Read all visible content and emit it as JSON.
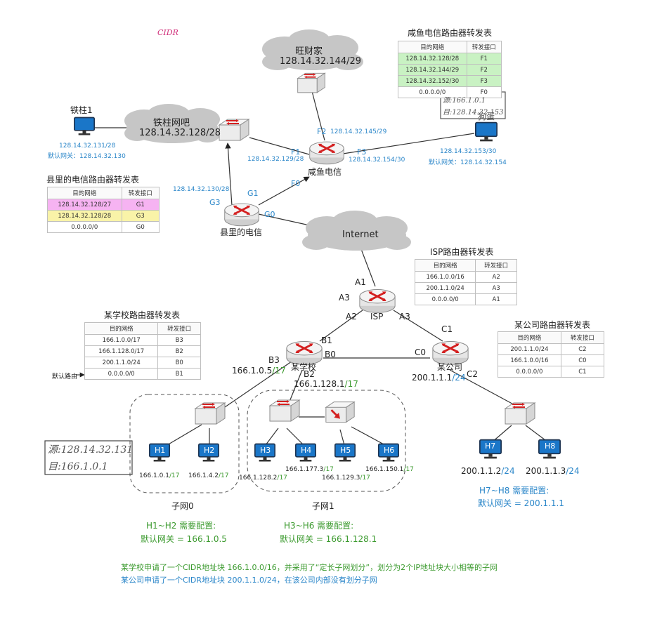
{
  "annotation_cidr": "CIDR",
  "clouds": {
    "wangcaijia_name": "旺财家",
    "wangcaijia_net": "128.14.32.144/29",
    "tiezhu_name": "铁柱网吧",
    "tiezhu_net": "128.14.32.128/28",
    "internet": "Internet"
  },
  "xianyu_table": {
    "title": "咸鱼电信路由器转发表",
    "headers": [
      "目的网络",
      "转发接口"
    ],
    "rows": [
      [
        "128.14.32.128/28",
        "F1"
      ],
      [
        "128.14.32.144/29",
        "F2"
      ],
      [
        "128.14.32.152/30",
        "F3"
      ],
      [
        "0.0.0.0/0",
        "F0"
      ]
    ],
    "colors": [
      "#c9f2c3",
      "#c9f2c3",
      "#c9f2c3",
      "#ffffff"
    ]
  },
  "county_table": {
    "title": "县里的电信路由器转发表",
    "headers": [
      "目的网络",
      "转发接口"
    ],
    "rows": [
      [
        "128.14.32.128/27",
        "G1"
      ],
      [
        "128.14.32.128/28",
        "G3"
      ],
      [
        "0.0.0.0/0",
        "G0"
      ]
    ],
    "colors": [
      "#f6b3f2",
      "#f9f3a8",
      "#ffffff"
    ]
  },
  "isp_table": {
    "title": "ISP路由器转发表",
    "headers": [
      "目的网络",
      "转发接口"
    ],
    "rows": [
      [
        "166.1.0.0/16",
        "A2"
      ],
      [
        "200.1.1.0/24",
        "A3"
      ],
      [
        "0.0.0.0/0",
        "A1"
      ]
    ]
  },
  "school_table": {
    "title": "某学校路由器转发表",
    "headers": [
      "目的网络",
      "转发接口"
    ],
    "rows": [
      [
        "166.1.0.0/17",
        "B3"
      ],
      [
        "166.1.128.0/17",
        "B2"
      ],
      [
        "200.1.1.0/24",
        "B0"
      ],
      [
        "0.0.0.0/0",
        "B1"
      ]
    ],
    "default_route_label": "默认路由"
  },
  "company_table": {
    "title": "某公司路由器转发表",
    "headers": [
      "目的网络",
      "转发接口"
    ],
    "rows": [
      [
        "200.1.1.0/24",
        "C2"
      ],
      [
        "166.1.0.0/16",
        "C0"
      ],
      [
        "0.0.0.0/0",
        "C1"
      ]
    ]
  },
  "hosts": {
    "tiezhu1_name": "铁柱1",
    "tiezhu1_ip": "128.14.32.131/28",
    "tiezhu1_gw": "默认网关：128.14.32.130",
    "goudan_name": "狗蛋",
    "goudan_ip": "128.14.32.153/30",
    "goudan_gw": "默认网关：128.14.32.154",
    "h1": "H1",
    "h1_ip": "166.1.0.1",
    "h1_mask": "/17",
    "h2": "H2",
    "h2_ip": "166.1.4.2",
    "h2_mask": "/17",
    "h3": "H3",
    "h3_ip": "166.1.128.2",
    "h3_mask": "/17",
    "h4": "H4",
    "h4_ip": "166.1.177.3",
    "h4_mask": "/17",
    "h5": "H5",
    "h5_ip": "166.1.129.3",
    "h5_mask": "/17",
    "h6": "H6",
    "h6_ip": "166.1.150.1",
    "h6_mask": "/17",
    "h7": "H7",
    "h7_ip": "200.1.1.2",
    "h7_mask": "/24",
    "h8": "H8",
    "h8_ip": "200.1.1.3",
    "h8_mask": "/24"
  },
  "routers": {
    "xianyu": "咸鱼电信",
    "county": "县里的电信",
    "isp": "ISP",
    "school": "某学校",
    "company": "某公司"
  },
  "interfaces": {
    "f1": "F1",
    "f1_ip": "128.14.32.129/28",
    "f2": "F2",
    "f2_ip": "128.14.32.145/29",
    "f3": "F3",
    "f3_ip": "128.14.32.154/30",
    "f0": "F0",
    "g1": "G1",
    "g3": "G3",
    "g3_ip": "128.14.32.130/28",
    "g0": "G0",
    "a1": "A1",
    "a2": "A2",
    "a3": "A3",
    "a3b": "A3",
    "b1": "B1",
    "b0": "B0",
    "b2": "B2",
    "b3": "B3",
    "b3_ip": "166.1.0.5",
    "b3_mask": "/17",
    "b2_ip": "166.1.128.1",
    "b2_mask": "/17",
    "c0": "C0",
    "c1": "C1",
    "c2": "C2",
    "c2_ip": "200.1.1.1",
    "c2_mask": "/24"
  },
  "subnets": {
    "subnet0": "子网0",
    "subnet1": "子网1"
  },
  "config": {
    "h1h2_title": "H1~H2 需要配置:",
    "h1h2_gw": "默认网关 = 166.1.0.5",
    "h3h6_title": "H3~H6 需要配置:",
    "h3h6_gw": "默认网关 = 166.1.128.1",
    "h7h8_title": "H7~H8 需要配置:",
    "h7h8_gw": "默认网关 = 200.1.1.1"
  },
  "notes": {
    "school": "某学校申请了一个CIDR地址块 166.1.0.0/16，并采用了“定长子网划分”，划分为2个IP地址块大小相等的子网",
    "company": "某公司申请了一个CIDR地址块 200.1.1.0/24，在该公司内部没有划分子网"
  },
  "handwriting": {
    "left_src": "源:128.14.32.131",
    "left_dst": "目:166.1.0.1",
    "right_src": "源:166.1.0.1",
    "right_dst": "目:128.14.32.153"
  }
}
